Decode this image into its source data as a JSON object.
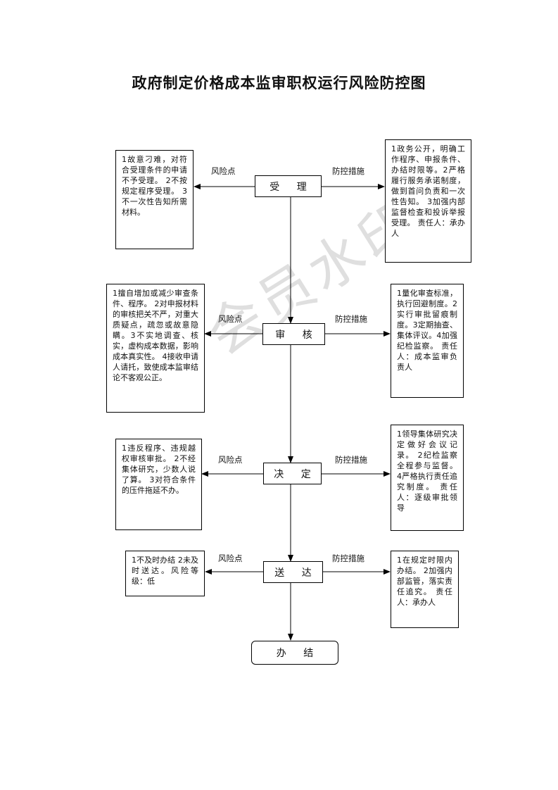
{
  "title": "政府制定价格成本监审职权运行风险防控图",
  "watermark": "会员水印",
  "risk_label": "风险点",
  "control_label": "防控措施",
  "steps": [
    {
      "label": "受 理"
    },
    {
      "label": "审 核"
    },
    {
      "label": "决 定"
    },
    {
      "label": "送 达"
    },
    {
      "label": "办 结"
    }
  ],
  "risks": [
    {
      "text": "1故意刁难，对符合受理条件的申请不予受理。 2不按规定程序受理。 3不一次性告知所需材料。"
    },
    {
      "text": "1擅自增加或减少审查条件、程序。 2对申报材料的审核把关不严，对重大质疑点，疏忽或故意隐瞒。3不实地调查、核实，虚构成本数据，影响成本真实性。 4接收申请人请托，致使成本监审结论不客观公正。"
    },
    {
      "text": "1违反程序、违规越权审核审批。 2不经集体研究，少数人说了算。 3对符合条件的压件拖延不办。"
    },
    {
      "text": "1不及时办结 2未及时送达。风险等级：低"
    }
  ],
  "controls": [
    {
      "text": "1政务公开，明确工作程序、申报条件、办结时限等。2严格履行服务承诺制度，做到首问负责和一次性告知。 3加强内部监督检查和投诉举报受理。 责任人：承办人"
    },
    {
      "text": "1量化审查标准，执行回避制度。2实行审批留痕制度。3定期抽查、集体评议。4加强纪检监察。 责任人：成本监审负责人"
    },
    {
      "text": "1领导集体研究决定做好会议记录。 2纪检监察全程参与监督。 4严格执行责任追究制度。 责任人：逐级审批领导"
    },
    {
      "text": "1在规定时限内办结。 2加强内部监管，落实责任追究。 责任人：承办人"
    }
  ]
}
